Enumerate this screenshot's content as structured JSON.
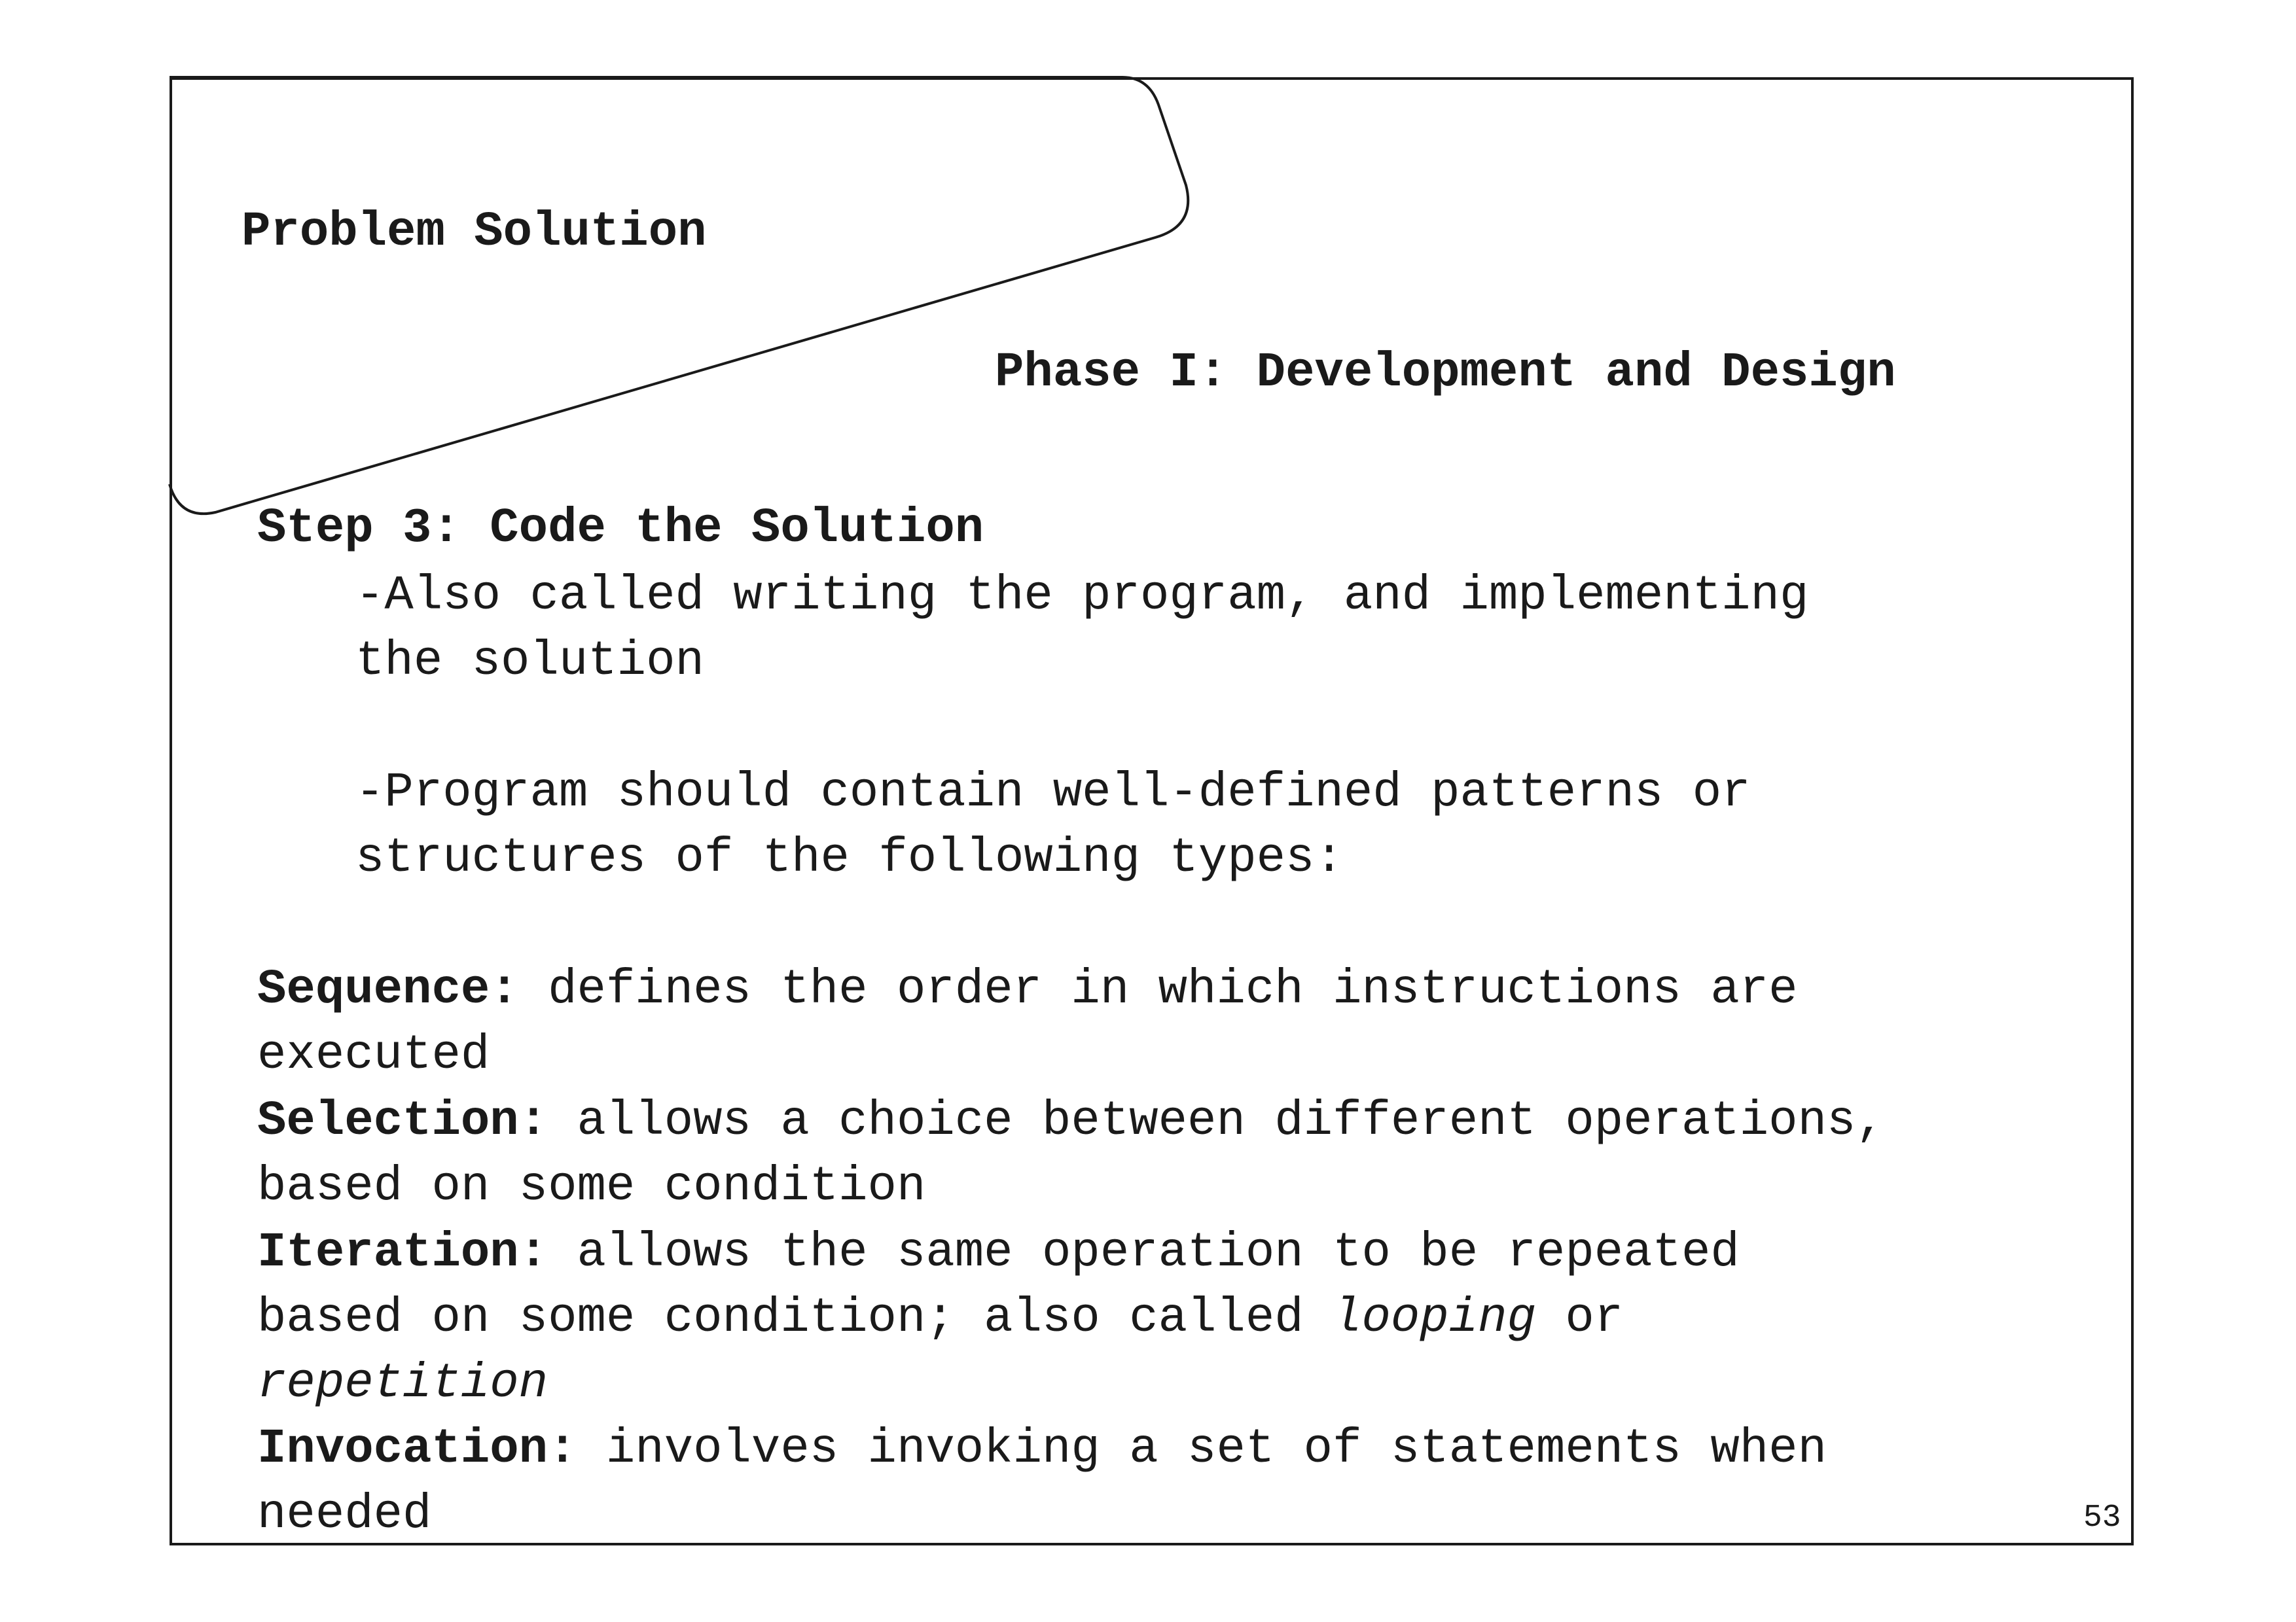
{
  "slide": {
    "section_title": "Problem Solution",
    "phase_title": "Phase I: Development and Design",
    "step_heading": "Step 3: Code the Solution",
    "bullets": [
      {
        "line1": "-Also called writing the program, and implementing",
        "line2": "the solution"
      },
      {
        "line1": "-Program should contain well-defined patterns or",
        "line2": "structures of the following types:"
      }
    ],
    "definitions": [
      {
        "term": "Sequence:",
        "line1_rest": " defines the order in which instructions are",
        "line2": "executed"
      },
      {
        "term": "Selection:",
        "line1_rest": " allows a choice between different operations,",
        "line2": "based on some condition"
      },
      {
        "term": "Iteration:",
        "line1_rest": " allows the same operation to be repeated",
        "line2_pre": "based on some condition; also called ",
        "line2_em": "looping",
        "line2_post": " or",
        "line3_em": "repetition"
      },
      {
        "term": "Invocation:",
        "line1_rest": " involves invoking a set of statements when",
        "line2": "needed"
      }
    ],
    "page_number": "53"
  }
}
